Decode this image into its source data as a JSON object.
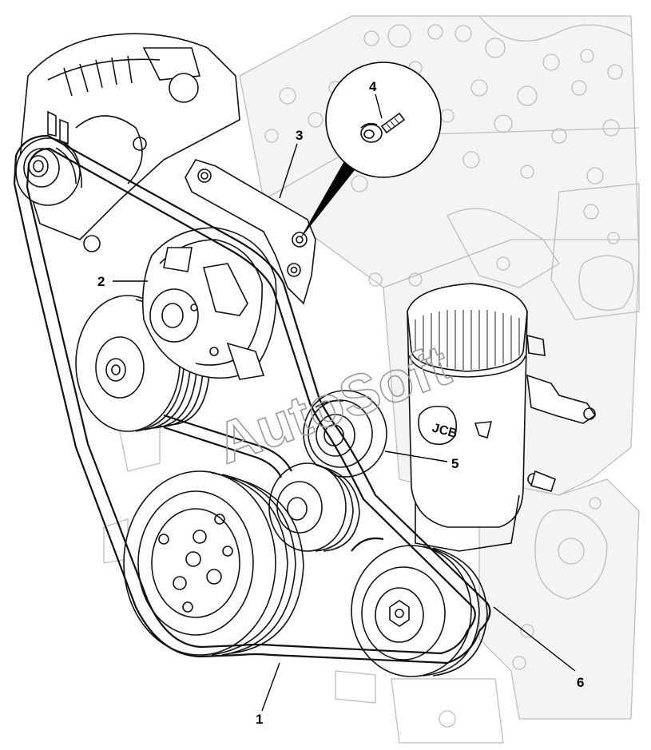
{
  "callouts": [
    {
      "id": "1",
      "label": "1"
    },
    {
      "id": "2",
      "label": "2"
    },
    {
      "id": "3",
      "label": "3"
    },
    {
      "id": "4",
      "label": "4"
    },
    {
      "id": "5",
      "label": "5"
    },
    {
      "id": "6",
      "label": "6"
    }
  ],
  "watermark": "AutoSoft",
  "filter_logo": "JCB"
}
